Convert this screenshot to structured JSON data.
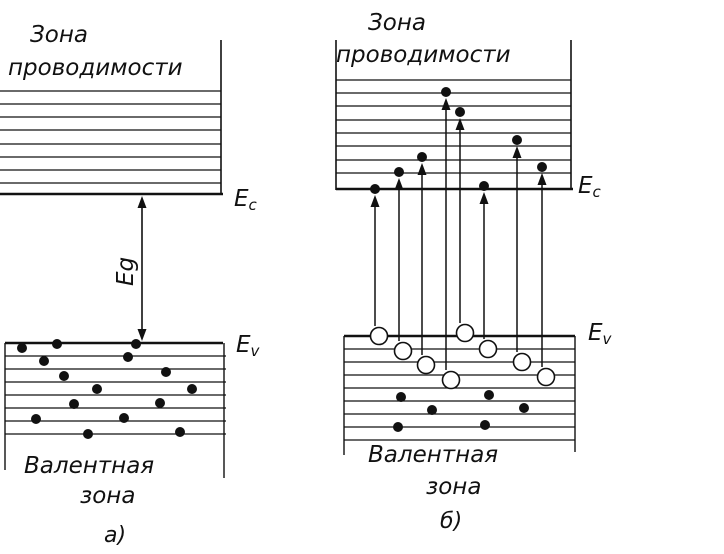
{
  "panel_a": {
    "conduction_line1": "Зона",
    "conduction_line2": "проводимости",
    "valence_line1": "Валентная",
    "valence_line2": "зона",
    "ec_symbol": "E",
    "ec_sub": "c",
    "ev_symbol": "E",
    "ev_sub": "v",
    "eg_label": "Eg",
    "caption": "а)"
  },
  "panel_b": {
    "conduction_line1": "Зона",
    "conduction_line2": "проводимости",
    "valence_line1": "Валентная",
    "valence_line2": "зона",
    "ec_symbol": "E",
    "ec_sub": "c",
    "ev_symbol": "E",
    "ev_sub": "v",
    "caption": "б)"
  },
  "colors": {
    "ink": "#111111",
    "paper": "#ffffff"
  }
}
